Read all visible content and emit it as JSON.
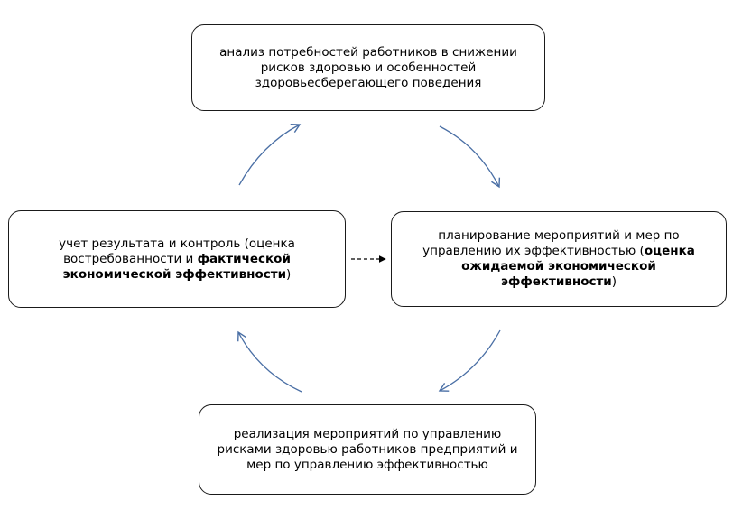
{
  "nodes": {
    "top": {
      "text": "анализ потребностей работников в снижении рисков здоровью  и особенностей здоровьесберегающего  поведения"
    },
    "right": {
      "text_a": "планирование мероприятий и мер по управлению их эффективностью (",
      "text_bold": "оценка ожидаемой экономической эффективности",
      "text_b": ")"
    },
    "bottom": {
      "text": "реализация  мероприятий по управлению рисками здоровью работников предприятий и мер по управлению эффективностью"
    },
    "left": {
      "text_a": "учет результата  и контроль (оценка востребованности и  ",
      "text_bold": "фактической экономической эффективности",
      "text_b": ")"
    }
  },
  "colors": {
    "cycle_arrow": "#4a6fa5",
    "dashed_arrow": "#000000",
    "border": "#1a1a1a"
  }
}
